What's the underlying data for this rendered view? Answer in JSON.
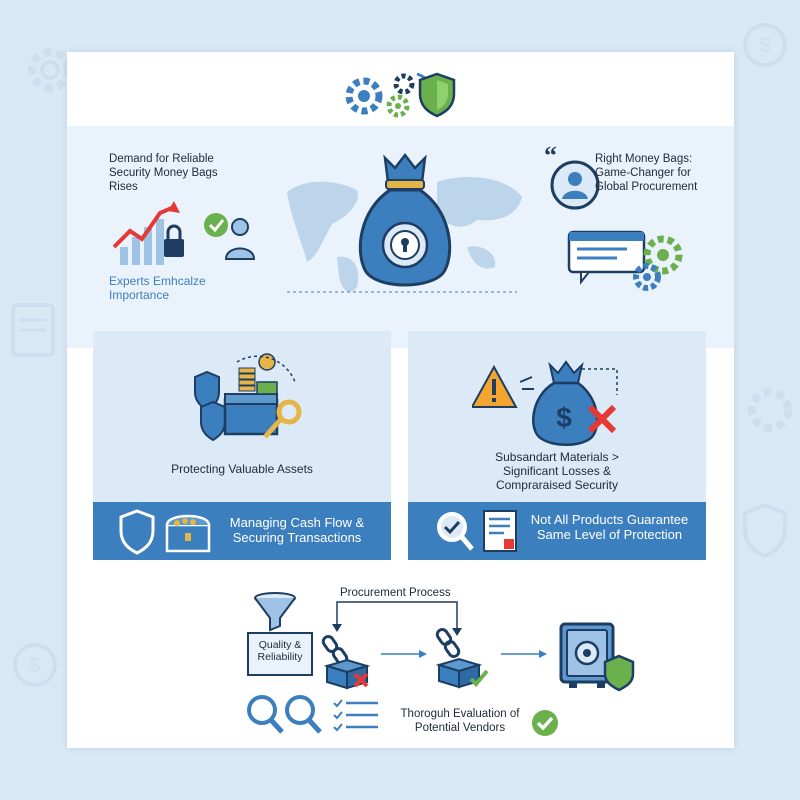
{
  "top_section": {
    "demand_text": "Demand for Reliable Security Money Bags Rises",
    "experts_text": "Experts Emhcalze Importance",
    "game_changer_text": "Right Money Bags: Game-Changer for Global Procurement"
  },
  "left_panel": {
    "caption": "Protecting Valuable Assets",
    "strip_text": "Managing Cash Flow & Securing Transactions"
  },
  "right_panel": {
    "caption": "Subsandart Materials > Significant Losses & Compraraised Security",
    "strip_text": "Not All Products Guarantee Same Level of Protection"
  },
  "procurement": {
    "title": "Procurement Process",
    "quality_label": "Quality & Reliability",
    "evaluation_text": "Thoroguh Evaluation of Potential Vendors"
  },
  "colors": {
    "primary_blue": "#3c7fbf",
    "dark_navy": "#1d3d63",
    "green": "#6ab04c",
    "red": "#e53935",
    "warning_orange": "#f3a530",
    "gold": "#e5b547",
    "panel_bg": "#dceaf7"
  }
}
